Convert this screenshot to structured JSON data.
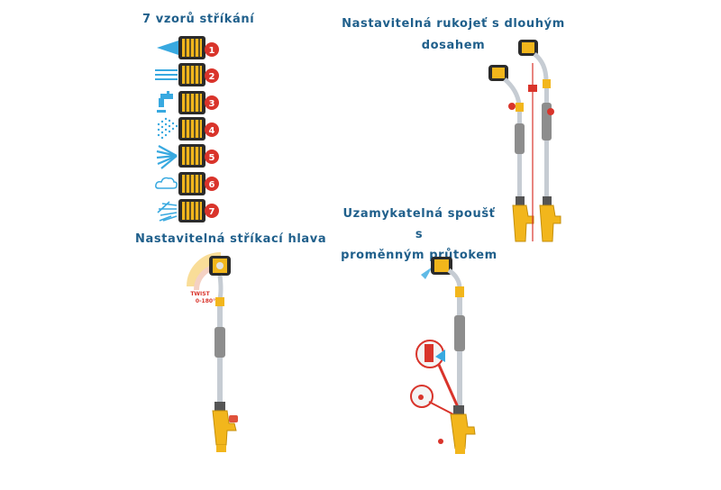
{
  "captions": {
    "spray_patterns": "7 vzorů stříkání",
    "long_handle_l1": "Nastavitelná rukojeť s dlouhým",
    "long_handle_l2": "dosahem",
    "spray_head": "Nastavitelná stříkací hlava",
    "trigger_l1": "Uzamykatelná spoušť s",
    "trigger_l2": "proměnným průtokem"
  },
  "patterns": [
    "1",
    "2",
    "3",
    "4",
    "5",
    "6",
    "7"
  ],
  "twist_label_l1": "TWIST",
  "twist_label_l2": "0-180°",
  "colors": {
    "caption": "#1f5f8b",
    "water": "#38a9e0",
    "yellow": "#f2b61c",
    "dark": "#2b2b2b",
    "badge": "#d9342b",
    "grip": "#8d8d8d",
    "pipe": "#c6ccd3"
  }
}
